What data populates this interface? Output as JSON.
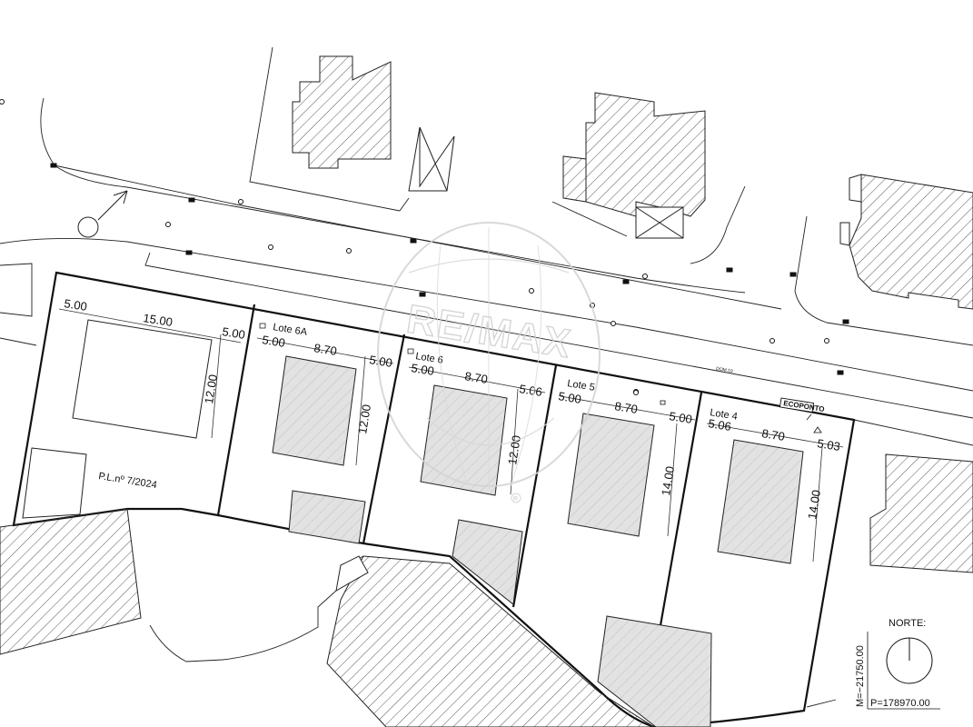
{
  "lots": [
    {
      "name": "",
      "plan_ref": "P.L.nº 7/2024",
      "dims": [
        "5.00",
        "15.00",
        "5.00",
        "12.00"
      ]
    },
    {
      "name": "Lote 6A",
      "dims": [
        "5.00",
        "8.70",
        "5.00",
        "12.00"
      ]
    },
    {
      "name": "Lote 6",
      "dims": [
        "5.00",
        "8.70",
        "5.06",
        "12.00"
      ]
    },
    {
      "name": "Lote 5",
      "dims": [
        "5.00",
        "8.70",
        "5.00",
        "14.00"
      ]
    },
    {
      "name": "Lote 4",
      "dims": [
        "5.06",
        "8.70",
        "5.03",
        "14.00"
      ]
    }
  ],
  "ecoponto": "ECOPONTO",
  "watermark": "RE/MAX",
  "watermark_mark": "R",
  "road_label": "DOM.10",
  "north_label": "NORTE:",
  "coord_m": "M=−21750.00",
  "coord_p": "P=178970.00",
  "colors": {
    "line": "#111111",
    "hatch": "#444444",
    "building_fill": "#e2e2e2",
    "watermark": "#cfcfcf"
  }
}
